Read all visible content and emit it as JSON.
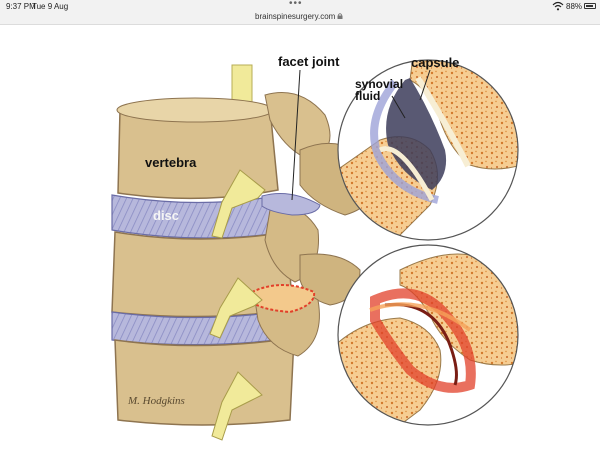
{
  "status_bar": {
    "time": "9:37 PM",
    "date": "Tue 9 Aug",
    "battery": "88%",
    "battery_level": 0.88,
    "icons": [
      "wifi-icon",
      "battery-icon"
    ]
  },
  "url_bar": {
    "url": "brainspinesurgery.com",
    "icons": [
      "lock-icon",
      "tab-dots-icon"
    ]
  },
  "illustration": {
    "labels": {
      "facet_joint": "facet joint",
      "capsule": "capsule",
      "synovial_line1": "synovial",
      "synovial_line2": "fluid",
      "vertebra": "vertebra",
      "disc": "disc"
    },
    "signature": "M. Hodgkins",
    "colors": {
      "bone": "#d9c08e",
      "disc": "#b7b8dc",
      "nerve": "#f1ea9a",
      "cancellous": "#f3c98c",
      "inflamed": "#e2402a"
    }
  }
}
